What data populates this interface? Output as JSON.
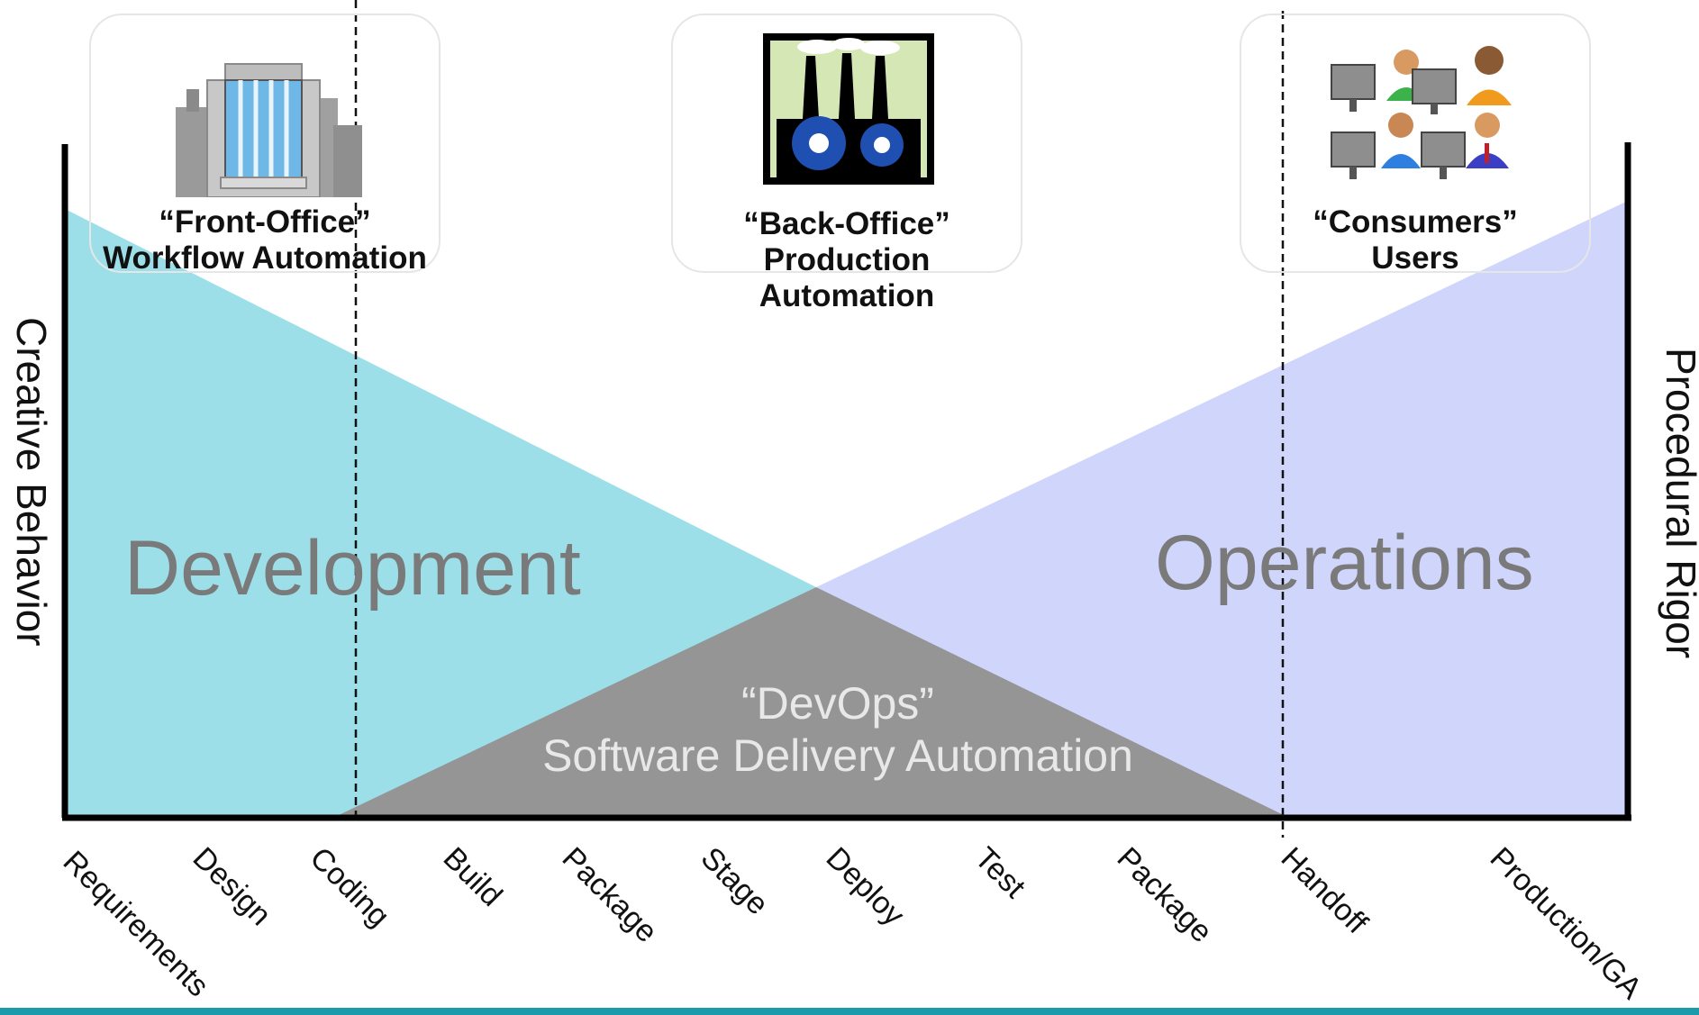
{
  "boxes": [
    {
      "line1": "“Front-Office”",
      "line2": "Workflow Automation",
      "icon": "office-building-icon"
    },
    {
      "line1": "“Back-Office”",
      "line2": "Production Automation",
      "icon": "factory-gears-icon"
    },
    {
      "line1": "“Consumers”",
      "line2": "Users",
      "icon": "users-computers-icon"
    }
  ],
  "regions": {
    "development": "Development",
    "operations": "Operations",
    "devops_line1": "“DevOps”",
    "devops_line2": "Software Delivery Automation"
  },
  "axes": {
    "left": "Creative Behavior",
    "right": "Procedural Rigor"
  },
  "stages": [
    "Requirements",
    "Design",
    "Coding",
    "Build",
    "Package",
    "Stage",
    "Deploy",
    "Test",
    "Package",
    "Handoff",
    "Production/GA"
  ],
  "colors": {
    "development": "#9ddfe8",
    "operations": "#d0d5fb",
    "devops": "#959595",
    "bottom_bar": "#1a9aaa"
  }
}
